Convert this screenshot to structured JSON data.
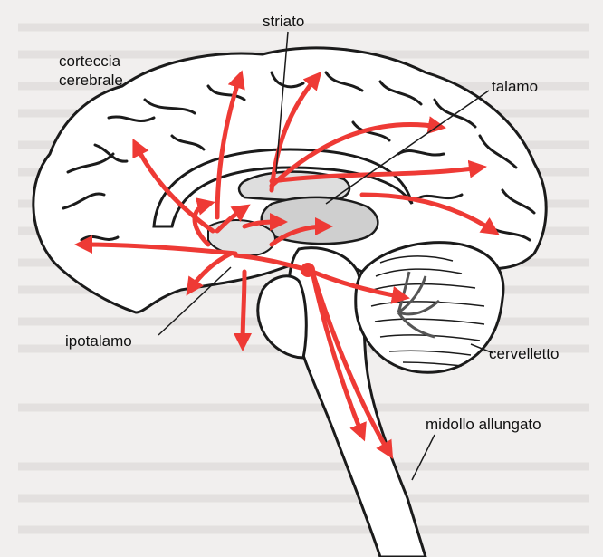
{
  "labels": {
    "cortex_line1": "corteccia",
    "cortex_line2": "cerebrale",
    "striatum": "striato",
    "thalamus": "talamo",
    "hypothalamus": "ipotalamo",
    "cerebellum": "cervelletto",
    "medulla": "midollo allungato"
  },
  "colors": {
    "arrow": "#ee3a35",
    "outline": "#1b1b1b",
    "brain_fill": "#ffffff",
    "gray_fill": "#cfcfcf",
    "page_bg": "#f1efee"
  }
}
